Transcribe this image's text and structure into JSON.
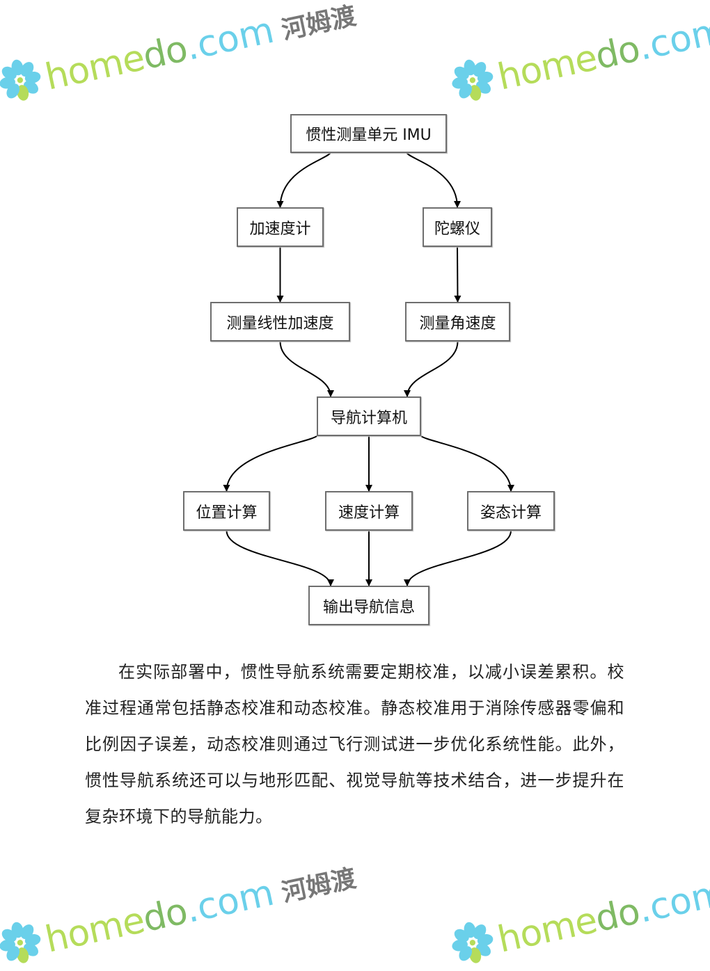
{
  "diagram": {
    "nodes": [
      {
        "id": "imu",
        "label": "惯性测量单元 IMU"
      },
      {
        "id": "acc",
        "label": "加速度计"
      },
      {
        "id": "gyro",
        "label": "陀螺仪"
      },
      {
        "id": "lin",
        "label": "测量线性加速度"
      },
      {
        "id": "ang",
        "label": "测量角速度"
      },
      {
        "id": "nav",
        "label": "导航计算机"
      },
      {
        "id": "pos",
        "label": "位置计算"
      },
      {
        "id": "vel",
        "label": "速度计算"
      },
      {
        "id": "att",
        "label": "姿态计算"
      },
      {
        "id": "out",
        "label": "输出导航信息"
      }
    ],
    "edges": [
      [
        "imu",
        "acc"
      ],
      [
        "imu",
        "gyro"
      ],
      [
        "acc",
        "lin"
      ],
      [
        "gyro",
        "ang"
      ],
      [
        "lin",
        "nav"
      ],
      [
        "ang",
        "nav"
      ],
      [
        "nav",
        "pos"
      ],
      [
        "nav",
        "vel"
      ],
      [
        "nav",
        "att"
      ],
      [
        "pos",
        "out"
      ],
      [
        "vel",
        "out"
      ],
      [
        "att",
        "out"
      ]
    ]
  },
  "paragraph": "在实际部署中，惯性导航系统需要定期校准，以减小误差累积。校准过程通常包括静态校准和动态校准。静态校准用于消除传感器零偏和比例因子误差，动态校准则通过飞行测试进一步优化系统性能。此外，惯性导航系统还可以与地形匹配、视觉导航等技术结合，进一步提升在复杂环境下的导航能力。",
  "watermark": {
    "home": "home",
    "do": "do",
    "com": ".com",
    "cn": "河姆渡"
  }
}
